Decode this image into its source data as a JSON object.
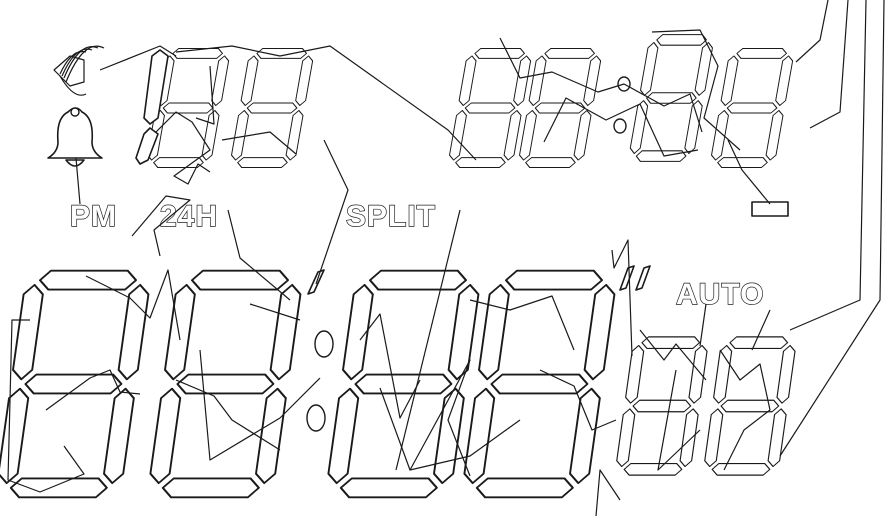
{
  "labels": {
    "pm": "PM",
    "h24": "24H",
    "split": "SPLIT",
    "auto": "AUTO"
  },
  "icons": {
    "alarm_sound": "sound-wave-icon",
    "alarm_bell": "bell-icon"
  },
  "colors": {
    "ink": "#1a1a1a",
    "background": "#ffffff"
  }
}
